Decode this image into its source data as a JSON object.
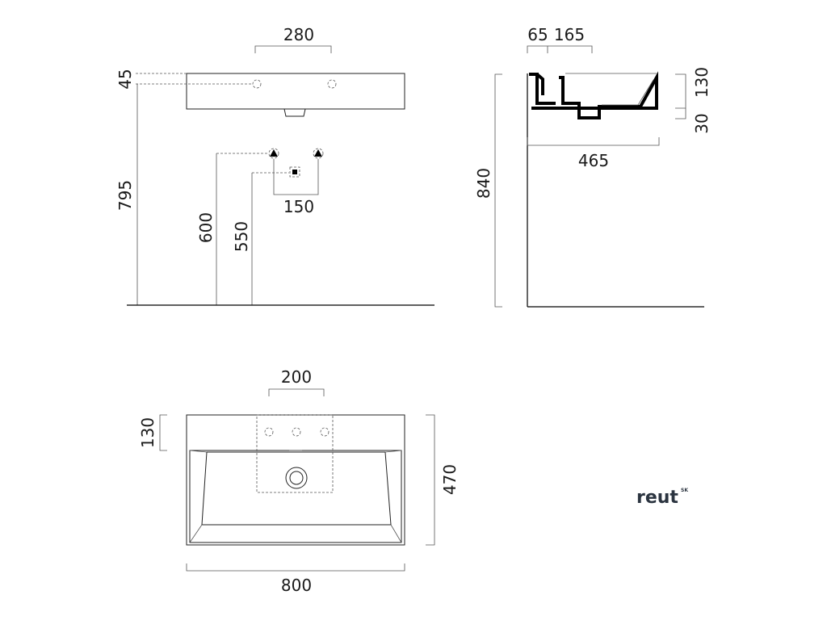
{
  "drawing": {
    "front_view": {
      "dim_top": "280",
      "dim_left_small": "45",
      "dim_total_height": "795",
      "dim_valve_height": "600",
      "dim_drain_height": "550",
      "dim_valve_spacing": "150"
    },
    "side_view": {
      "dim_offset": "65",
      "dim_depth_top": "165",
      "dim_bowl_height": "130",
      "dim_rim": "30",
      "dim_depth": "465",
      "dim_total_height": "840"
    },
    "top_view": {
      "dim_tap_area": "200",
      "dim_back_deck": "130",
      "dim_depth": "470",
      "dim_width": "800"
    },
    "logo": {
      "text": "reut",
      "superscript": "SK"
    }
  }
}
